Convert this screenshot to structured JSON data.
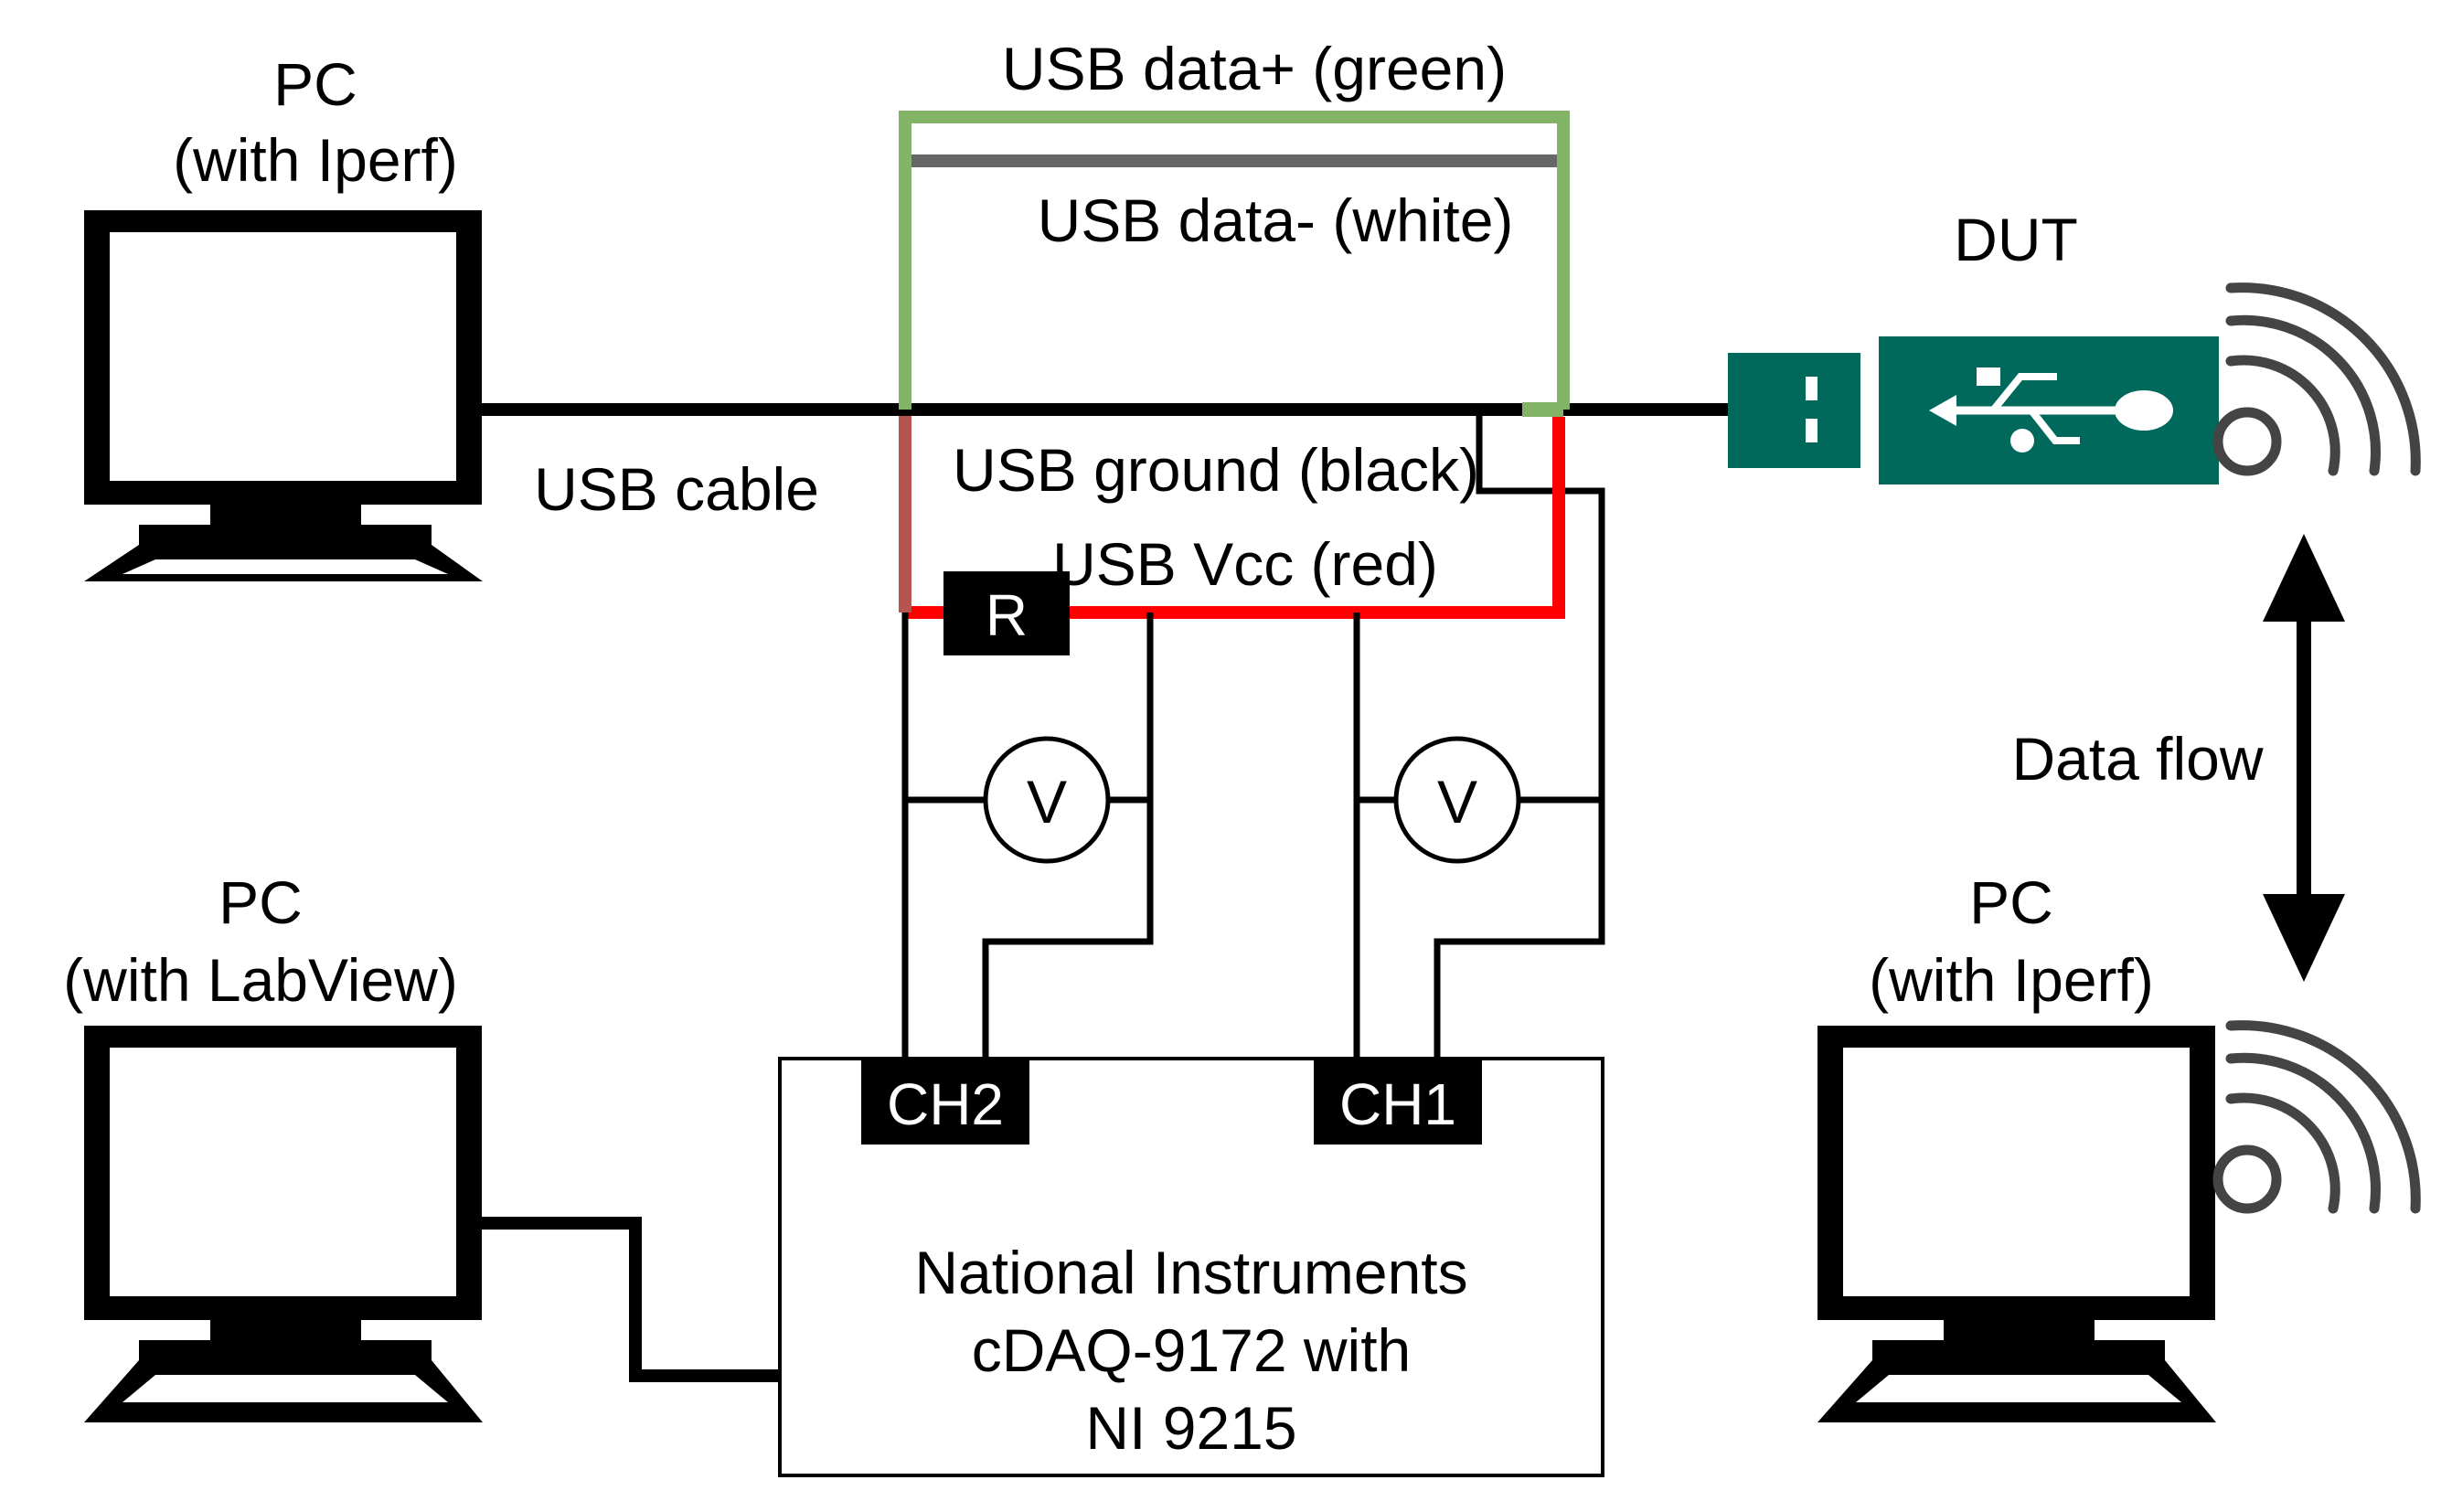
{
  "pc_top_left": {
    "title": "PC",
    "subtitle": "(with Iperf)"
  },
  "pc_bottom_left": {
    "title": "PC",
    "subtitle": "(with LabView)"
  },
  "pc_bottom_right": {
    "title": "PC",
    "subtitle": "(with Iperf)"
  },
  "dut": {
    "label": "DUT"
  },
  "cable": {
    "usb_cable": "USB cable",
    "data_plus": "USB data+ (green)",
    "data_minus": "USB data- (white)",
    "ground": "USB ground (black)",
    "vcc": "USB Vcc (red)"
  },
  "resistor": {
    "label": "R"
  },
  "voltmeters": [
    {
      "label": "V"
    },
    {
      "label": "V"
    }
  ],
  "daq": {
    "ch2": "CH2",
    "ch1": "CH1",
    "lines": [
      "National Instruments",
      "cDAQ-9172 with",
      "NI 9215"
    ]
  },
  "data_flow": {
    "label": "Data flow"
  },
  "colors": {
    "green": "#82b366",
    "red": "#ff0000",
    "dark_red": "#b85450",
    "grey": "#666666",
    "usb_green": "#00695c",
    "black": "#000000"
  },
  "icons": [
    "monitor-icon",
    "usb-symbol-icon",
    "wifi-icon",
    "double-arrow-icon"
  ]
}
